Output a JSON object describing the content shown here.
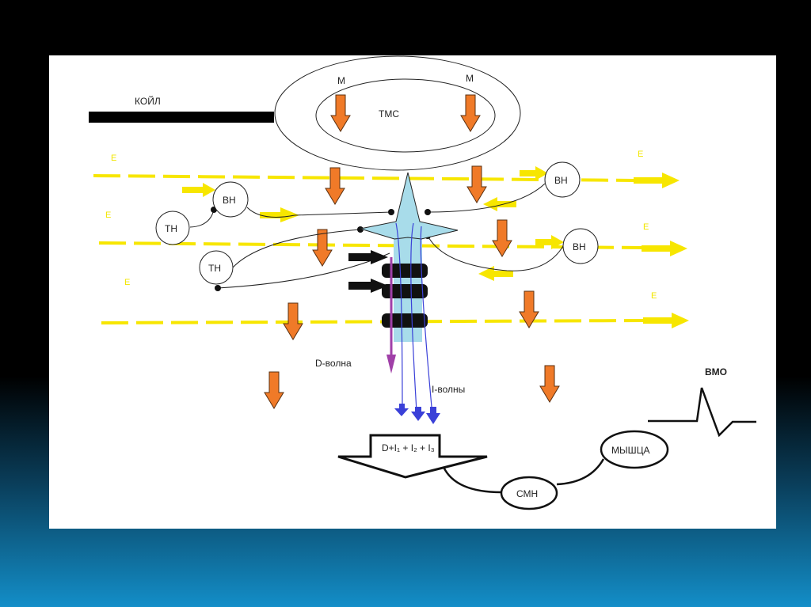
{
  "labels": {
    "coil": "КОЙЛ",
    "m_left": "М",
    "m_right": "М",
    "tms": "ТМС",
    "e": [
      "E",
      "E",
      "E",
      "E",
      "E",
      "E"
    ],
    "vn": [
      "ВН",
      "ВН",
      "ВН"
    ],
    "tn": [
      "ТН",
      "ТН"
    ],
    "d_wave": "D-волна",
    "i_waves": "I-волны",
    "sum": "D+I₁ + I₂ + I₃",
    "smn": "СМН",
    "muscle": "МЫШЦА",
    "vmo": "ВМО"
  },
  "colors": {
    "field": "#f7e600",
    "magnetic": "#f07a28",
    "neuron": "#a8dcea",
    "d_wave": "#a040a8",
    "i_wave": "#3a40d8"
  }
}
